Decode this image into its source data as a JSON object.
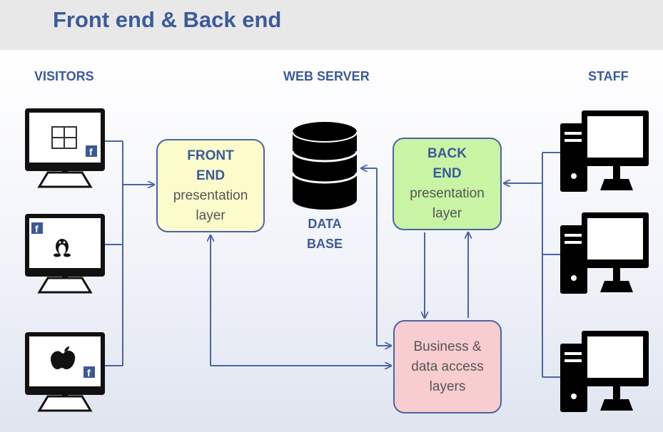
{
  "title": "Front end & Back end",
  "columns": {
    "visitors": "VISITORS",
    "web_server": "WEB SERVER",
    "staff": "STAFF"
  },
  "front_end": {
    "line1": "FRONT",
    "line2": "END",
    "line3": "presentation",
    "line4": "layer"
  },
  "back_end": {
    "line1": "BACK",
    "line2": "END",
    "line3": "presentation",
    "line4": "layer"
  },
  "business": {
    "line1": "Business &",
    "line2": "data access",
    "line3": "layers"
  },
  "database": {
    "line1": "DATA",
    "line2": "BASE"
  },
  "visitor_devices": [
    {
      "os": "windows-icon"
    },
    {
      "os": "linux-tux-icon"
    },
    {
      "os": "apple-icon"
    }
  ],
  "colors": {
    "accent": "#3c5a9a",
    "connector": "#4a64a4",
    "front": "#fbfbcc",
    "back": "#c8f4a4",
    "business": "#f8cdd0",
    "facebook": "#3b5998"
  }
}
